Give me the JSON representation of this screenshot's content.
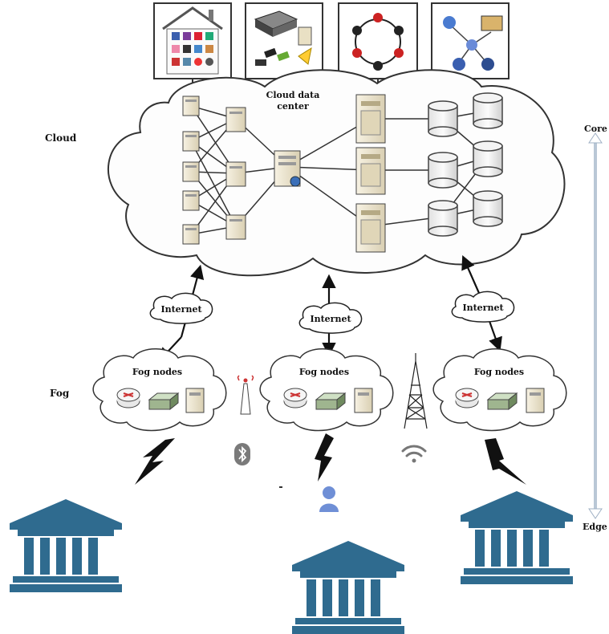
{
  "layers": {
    "cloud": "Cloud",
    "fog": "Fog"
  },
  "cloud_center": {
    "line1": "Cloud data",
    "line2": "center"
  },
  "internet_labels": [
    "Internet",
    "Internet",
    "Internet"
  ],
  "fog_node_labels": [
    "Fog nodes",
    "Fog nodes",
    "Fog nodes"
  ],
  "axis": {
    "top": "Core",
    "bottom": "Edge"
  },
  "colors": {
    "building": "#2f6b8f",
    "outline": "#333333",
    "server_fill": "#efe9d8",
    "storage_fill": "#f1f1f1",
    "arrow": "#111111",
    "axis_arrow": "#b9c7d6"
  },
  "icons": {
    "application_panels": [
      "smart-home-icon",
      "devices-icon",
      "social-network-icon",
      "people-network-icon"
    ],
    "wireless": [
      "antenna-icon",
      "bluetooth-icon",
      "cell-tower-icon",
      "wifi-icon"
    ],
    "edge": [
      "bank-building-icon",
      "bank-building-icon",
      "bank-building-icon",
      "user-icon"
    ]
  }
}
